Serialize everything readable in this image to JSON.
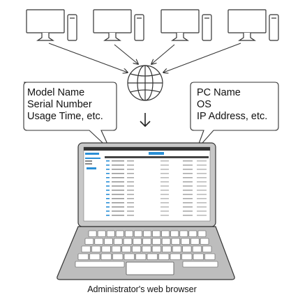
{
  "callouts": {
    "device_info": [
      "Model Name",
      "Serial Number",
      "Usage Time, etc."
    ],
    "pc_info": [
      "PC Name",
      "OS",
      "IP Address, etc."
    ]
  },
  "caption": "Administrator's web browser",
  "icons": {
    "desktop_pc": "desktop-pc-icon",
    "internet": "globe-icon",
    "laptop": "laptop-icon"
  },
  "colors": {
    "line": "#333333",
    "laptop_body": "#bdbdbd",
    "laptop_dark": "#8c8c8c",
    "key": "#ffffff",
    "screen_header": "#333333",
    "screen_accent": "#2a8fd6"
  }
}
